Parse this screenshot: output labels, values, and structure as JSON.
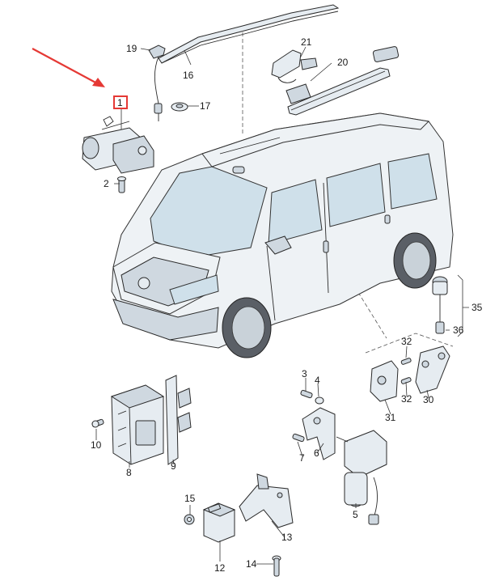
{
  "diagram": {
    "callouts": [
      {
        "id": "c1",
        "text": "1"
      },
      {
        "id": "c2",
        "text": "2"
      },
      {
        "id": "c3",
        "text": "3"
      },
      {
        "id": "c4",
        "text": "4"
      },
      {
        "id": "c5",
        "text": "5"
      },
      {
        "id": "c6",
        "text": "6"
      },
      {
        "id": "c7",
        "text": "7"
      },
      {
        "id": "c8",
        "text": "8"
      },
      {
        "id": "c9",
        "text": "9"
      },
      {
        "id": "c10",
        "text": "10"
      },
      {
        "id": "c12",
        "text": "12"
      },
      {
        "id": "c13",
        "text": "13"
      },
      {
        "id": "c14",
        "text": "14"
      },
      {
        "id": "c15",
        "text": "15"
      },
      {
        "id": "c16",
        "text": "16"
      },
      {
        "id": "c17",
        "text": "17"
      },
      {
        "id": "c19",
        "text": "19"
      },
      {
        "id": "c20",
        "text": "20"
      },
      {
        "id": "c21",
        "text": "21"
      },
      {
        "id": "c30",
        "text": "30"
      },
      {
        "id": "c31",
        "text": "31"
      },
      {
        "id": "c32a",
        "text": "32"
      },
      {
        "id": "c32b",
        "text": "32"
      },
      {
        "id": "c35",
        "text": "35"
      },
      {
        "id": "c36",
        "text": "36"
      }
    ],
    "highlight": {
      "target_part": "1",
      "arrow_color": "#e53935",
      "box_color": "#e53935"
    }
  }
}
